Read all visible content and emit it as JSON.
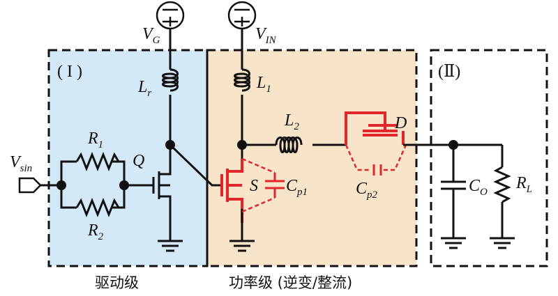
{
  "sources": {
    "gate": {
      "label": "V",
      "sub": "G"
    },
    "input": {
      "label": "V",
      "sub": "IN"
    },
    "signal": {
      "label": "V",
      "sub": "sin"
    }
  },
  "components": {
    "Lr": {
      "label": "L",
      "sub": "r"
    },
    "L1": {
      "label": "L",
      "sub": "1"
    },
    "L2": {
      "label": "L",
      "sub": "2"
    },
    "R1": {
      "label": "R",
      "sub": "1"
    },
    "R2": {
      "label": "R",
      "sub": "2"
    },
    "Q": {
      "label": "Q"
    },
    "S": {
      "label": "S"
    },
    "Cp1": {
      "label": "C",
      "sub": "p1"
    },
    "D": {
      "label": "D"
    },
    "Cp2": {
      "label": "C",
      "sub": "p2"
    },
    "CO": {
      "label": "C",
      "sub": "O"
    },
    "RL": {
      "label": "R",
      "sub": "L"
    }
  },
  "sections": {
    "driver": {
      "roman": "( I )",
      "caption": "驱动级"
    },
    "power": {
      "caption": "功率级 (逆变/整流)"
    },
    "output": {
      "roman": "(Ⅱ)"
    }
  },
  "colors": {
    "driver_bg": "#d4e9f7",
    "power_bg": "#f7e4c9",
    "highlight": "#e0262a"
  }
}
